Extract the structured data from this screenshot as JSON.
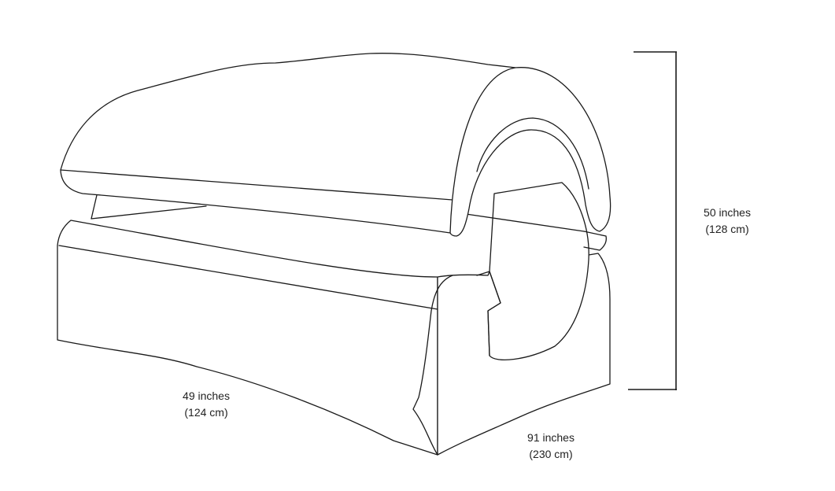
{
  "dimensions": {
    "height": {
      "imperial": "50 inches",
      "metric": "(128 cm)"
    },
    "width": {
      "imperial": "49 inches",
      "metric": "(124 cm)"
    },
    "length": {
      "imperial": "91 inches",
      "metric": "(230 cm)"
    }
  },
  "colors": {
    "line": "#1a1a1a",
    "text": "#222222",
    "background": "#ffffff"
  }
}
